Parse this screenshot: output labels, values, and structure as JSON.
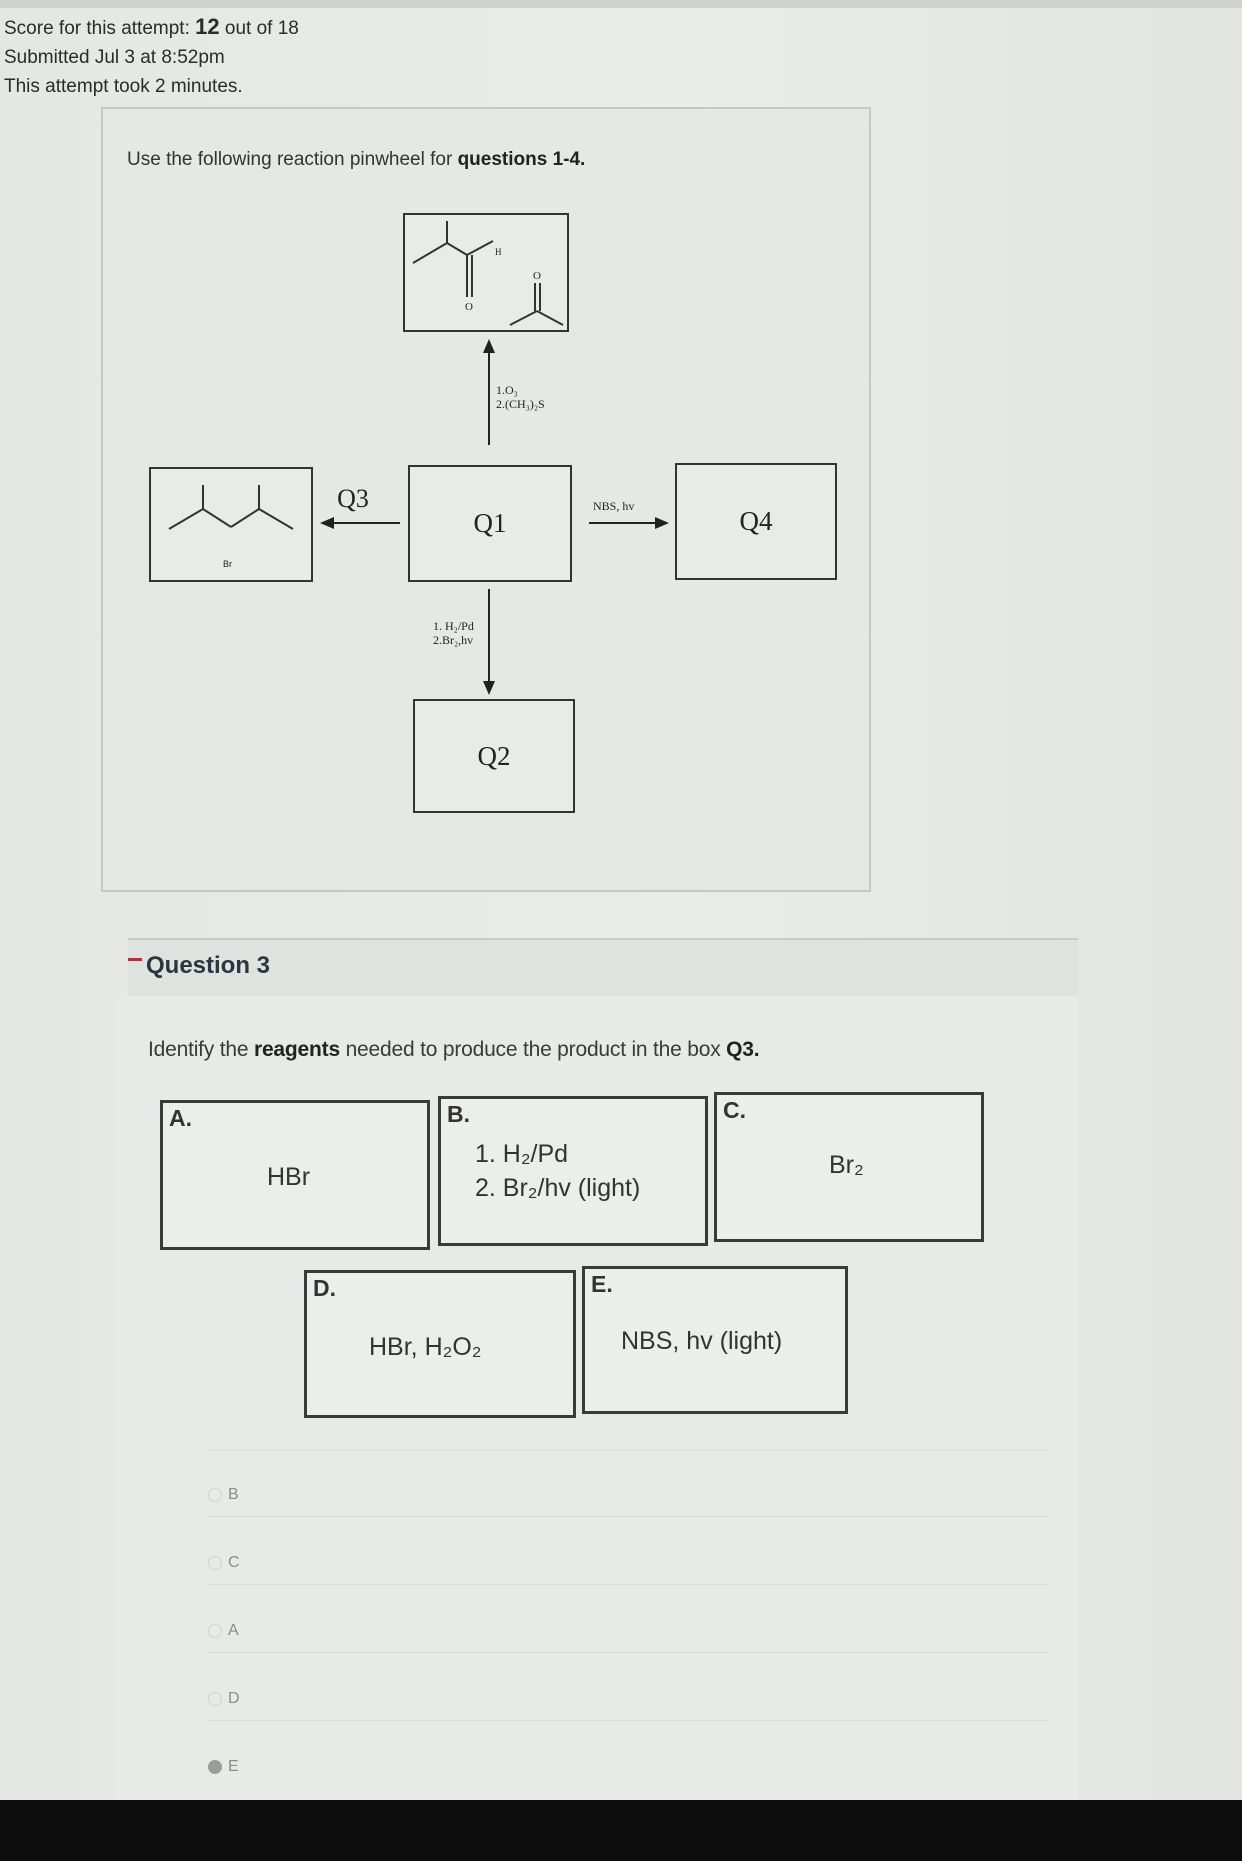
{
  "attempt": {
    "score_label": "Score for this attempt:",
    "score": "12",
    "score_suffix": "out of 18",
    "submitted": "Submitted Jul 3 at 8:52pm",
    "duration": "This attempt took 2 minutes."
  },
  "pinwheel": {
    "intro_prefix": "Use the following reaction pinwheel for",
    "intro_bold": "questions 1-4.",
    "top_mol_labels": {
      "h": "H",
      "o1": "O",
      "o2": "O"
    },
    "left_mol_label": "Br",
    "boxes": {
      "q1": "Q1",
      "q2": "Q2",
      "q3": "Q3",
      "q4": "Q4"
    },
    "reagents": {
      "up_line1": "1.O₃",
      "up_line2": "2.(CH₃)₂S",
      "right": "NBS, hv",
      "down_line1": "1. H₂/Pd",
      "down_line2": "2.Br₂,hv"
    }
  },
  "question": {
    "title": "Question 3",
    "prompt_pre": "Identify the",
    "prompt_bold": "reagents",
    "prompt_mid": "needed to produce the product in the box",
    "prompt_box": "Q3.",
    "options": [
      {
        "letter": "A.",
        "text": "HBr"
      },
      {
        "letter": "B.",
        "line1": "1. H₂/Pd",
        "line2": "2. Br₂/hv (light)"
      },
      {
        "letter": "C.",
        "text": "Br₂"
      },
      {
        "letter": "D.",
        "text": "HBr, H₂O₂"
      },
      {
        "letter": "E.",
        "text": "NBS, hv (light)"
      }
    ],
    "choices": [
      "B",
      "C",
      "A",
      "D",
      "E"
    ],
    "selected": "E"
  }
}
